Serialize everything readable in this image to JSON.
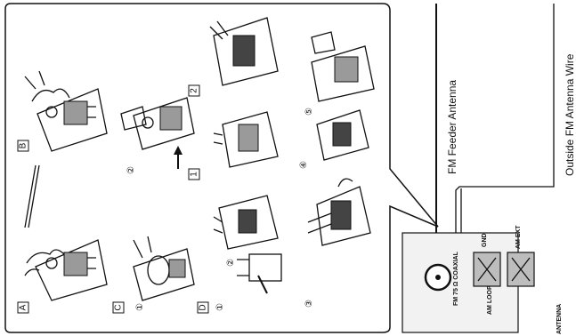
{
  "labels": {
    "fm_feeder_antenna": "FM Feeder Antenna",
    "outside_fm_antenna_wire": "Outside FM Antenna Wire",
    "antenna_panel": "ANTENNA",
    "fm_75_coaxial": "FM 75 Ω COAXIAL",
    "gnd": "GND",
    "am_loop": "AM LOOP",
    "am_ext": "AM EXT"
  },
  "sections": {
    "a": "A",
    "b": "B",
    "c": "C",
    "d": "D"
  },
  "steps": {
    "one": "①",
    "two": "②",
    "three": "③",
    "four": "④",
    "five": "⑤"
  },
  "boxed_steps": {
    "one": "1",
    "two": "2"
  },
  "colors": {
    "ink": "#111111",
    "screen_tone": "#9a9a9a",
    "background": "#ffffff"
  }
}
